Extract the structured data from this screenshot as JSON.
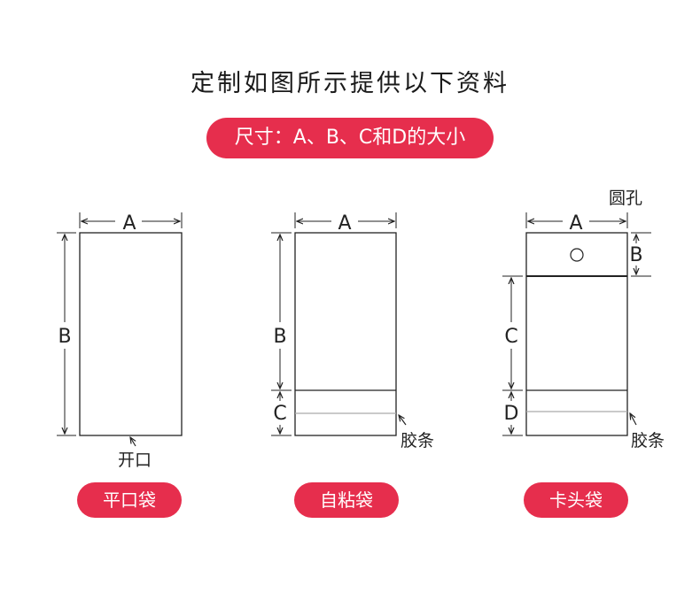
{
  "title": "定制如图所示提供以下资料",
  "banner": "尺寸：A、B、C和D的大小",
  "colors": {
    "accent": "#e62e4d",
    "line": "#222222",
    "glue_strip": "#aaaaaa"
  },
  "bags": [
    {
      "name": "平口袋",
      "dim_labels": [
        "A",
        "B"
      ],
      "annotation": "开口"
    },
    {
      "name": "自粘袋",
      "dim_labels": [
        "A",
        "B",
        "C"
      ],
      "annotation": "胶条"
    },
    {
      "name": "卡头袋",
      "dim_labels": [
        "A",
        "B",
        "C",
        "D"
      ],
      "annotation": "胶条",
      "hole_label": "圆孔"
    }
  ]
}
